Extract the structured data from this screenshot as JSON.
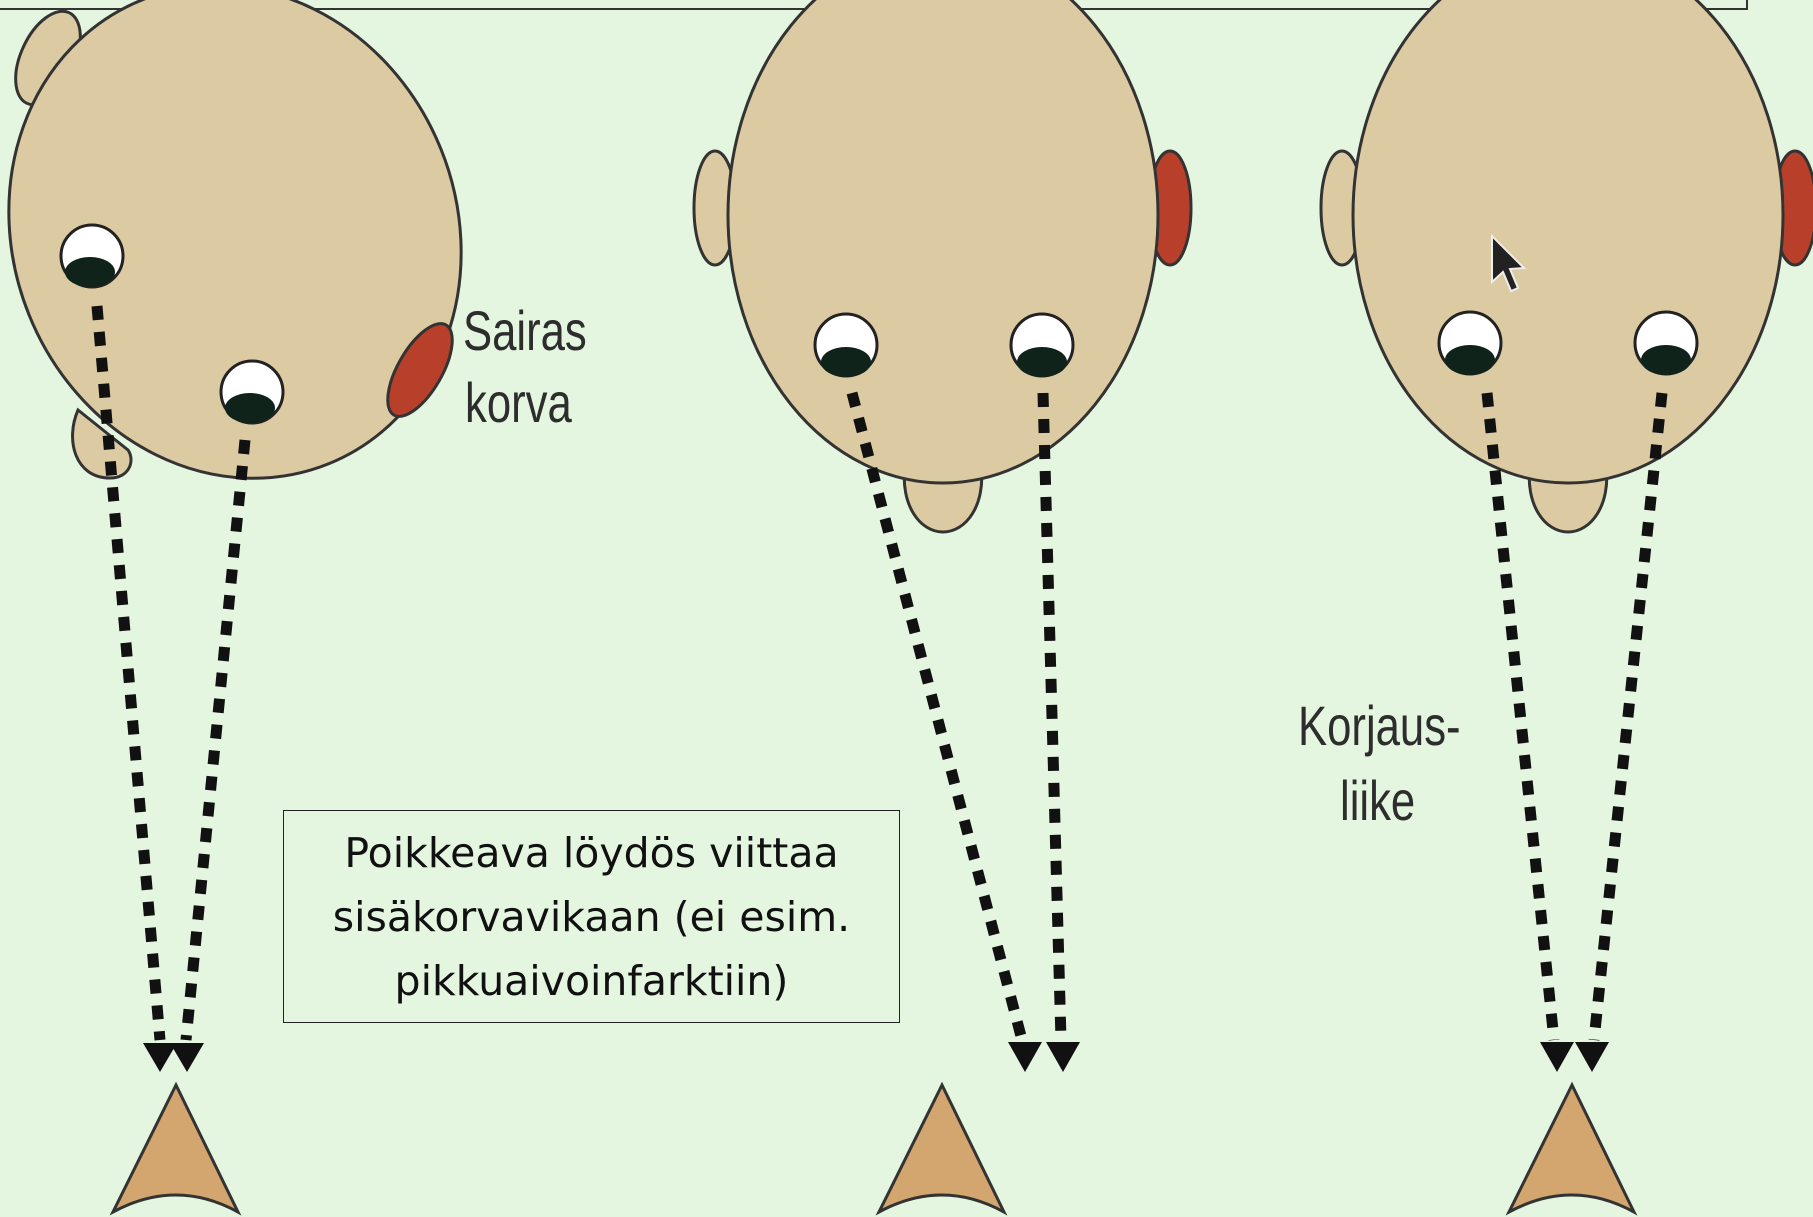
{
  "labels": {
    "sick_ear_line1": "Sairas",
    "sick_ear_line2": "korva",
    "correction_line1": "Korjaus-",
    "correction_line2": "liike"
  },
  "note": {
    "text": "Poikkeava löydös viittaa\nsisäkorvavikaan (ei esim.\npikkuaivoinfarktiin)"
  },
  "colors": {
    "background": "#e4f5e0",
    "head_skin": "#dccba2",
    "diseased_ear": "#b8402a",
    "target": "#d2a66e",
    "gaze_line": "#111111"
  },
  "icons": [
    "cursor-arrow-icon"
  ]
}
